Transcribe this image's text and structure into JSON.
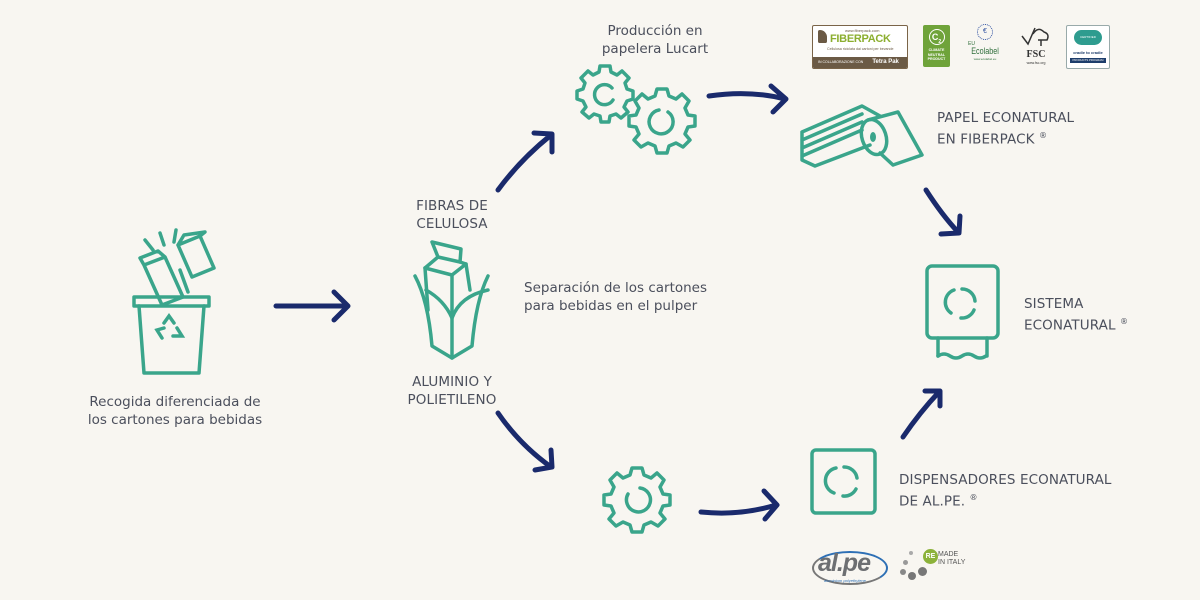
{
  "colors": {
    "background": "#f8f6f1",
    "teal": "#3aa58b",
    "navy": "#1a2a6c",
    "text": "#4b4f5c"
  },
  "steps": {
    "collection": {
      "line1": "Recogida diferenciada de",
      "line2": "los cartones para bebidas",
      "icon": "recycle-bin-icon"
    },
    "fibers": {
      "line1": "FIBRAS DE",
      "line2": "CELULOSA"
    },
    "separation": {
      "line1": "Separación de los cartones",
      "line2": "para bebidas en el pulper",
      "icon": "opened-carton-icon"
    },
    "aluminium": {
      "line1": "ALUMINIO Y",
      "line2": "POLIETILENO"
    },
    "production": {
      "line1": "Producción en",
      "line2": "papelera Lucart",
      "icon": "gears-icon"
    },
    "paper": {
      "line1": "PAPEL ECONATURAL",
      "line2": "EN FIBERPACK",
      "reg": "®",
      "icon": "paper-roll-icon"
    },
    "system": {
      "line1": "SISTEMA",
      "line2": "ECONATURAL",
      "reg": "®",
      "icon": "dispenser-icon"
    },
    "dispensers": {
      "line1": "DISPENSADORES ECONATURAL",
      "line2": "DE AL.PE.",
      "reg": "®",
      "icon": "dispenser-box-icon"
    }
  },
  "logos": {
    "fiberpack": {
      "url_text": "www.fiberpack.com",
      "name": "FIBERPACK",
      "tagline": "Cellulosa riciclata dai cartoni per bevande",
      "collab": "IN COLLABORAZIONE CON",
      "partner": "Tetra Pak"
    },
    "climate": {
      "l1": "CLIMATE",
      "l2": "NEUTRAL",
      "l3": "PRODUCT",
      "symbol": "C",
      "sub": "2"
    },
    "ecolabel": {
      "eu": "EU",
      "name": "Ecolabel",
      "url": "www.ecolabel.eu"
    },
    "fsc": {
      "name": "FSC",
      "url": "www.fsc.org"
    },
    "c2c": {
      "top": "CERTIFIED",
      "name": "cradle to cradle",
      "bottom": "PRODUCTS PROGRAM"
    },
    "alpe": {
      "name": "al.pe",
      "sub1": "aluminium",
      "sub2": "polyethylene"
    },
    "remade": {
      "re": "RE",
      "l1": "MADE",
      "l2": "IN ITALY"
    }
  }
}
